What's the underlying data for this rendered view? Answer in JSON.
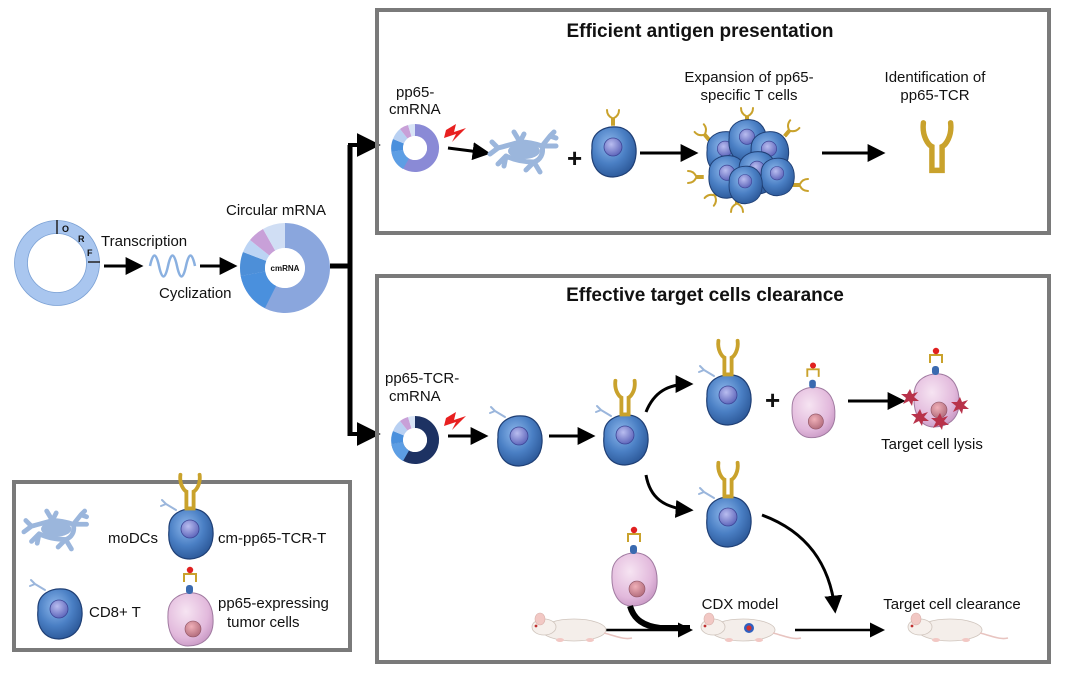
{
  "colors": {
    "cell_blue": "#4a7fc4",
    "cell_blue_dark": "#2f5d9c",
    "nucleus": "#6a73c8",
    "tcr_gold": "#c9a22c",
    "tumor_pink": "#e8c3e0",
    "dc_blue": "#9bb6dc",
    "lysis_red": "#b8324a",
    "box_border": "#7a7a7a",
    "ring_light": "#a9c6ef",
    "cmrna_ring": "#8aa6dd",
    "tcr_ring": "#1d3263"
  },
  "left": {
    "orf_letters": [
      "O",
      "R",
      "F"
    ],
    "transcription": "Transcription",
    "cyclization": "Cyclization",
    "circular_mrna": "Circular mRNA",
    "cmrna_center": "cmRNA"
  },
  "top_panel": {
    "title": "Efficient antigen presentation",
    "pp65_cmrna": [
      "pp65-",
      "cmRNA"
    ],
    "plus": "+",
    "expansion": [
      "Expansion of pp65-",
      "specific T cells"
    ],
    "identification": [
      "Identification of",
      "pp65-TCR"
    ]
  },
  "bottom_panel": {
    "title": "Effective target cells clearance",
    "tcr_cmrna": [
      "pp65-TCR-",
      "cmRNA"
    ],
    "plus": "+",
    "lysis": "Target cell lysis",
    "cdx": "CDX model",
    "clearance": "Target cell clearance"
  },
  "legend": {
    "modcs": "moDCs",
    "tcr_t": "cm-pp65-TCR-T",
    "cd8": "CD8+ T",
    "tumor": [
      "pp65-expressing",
      "tumor cells"
    ]
  }
}
